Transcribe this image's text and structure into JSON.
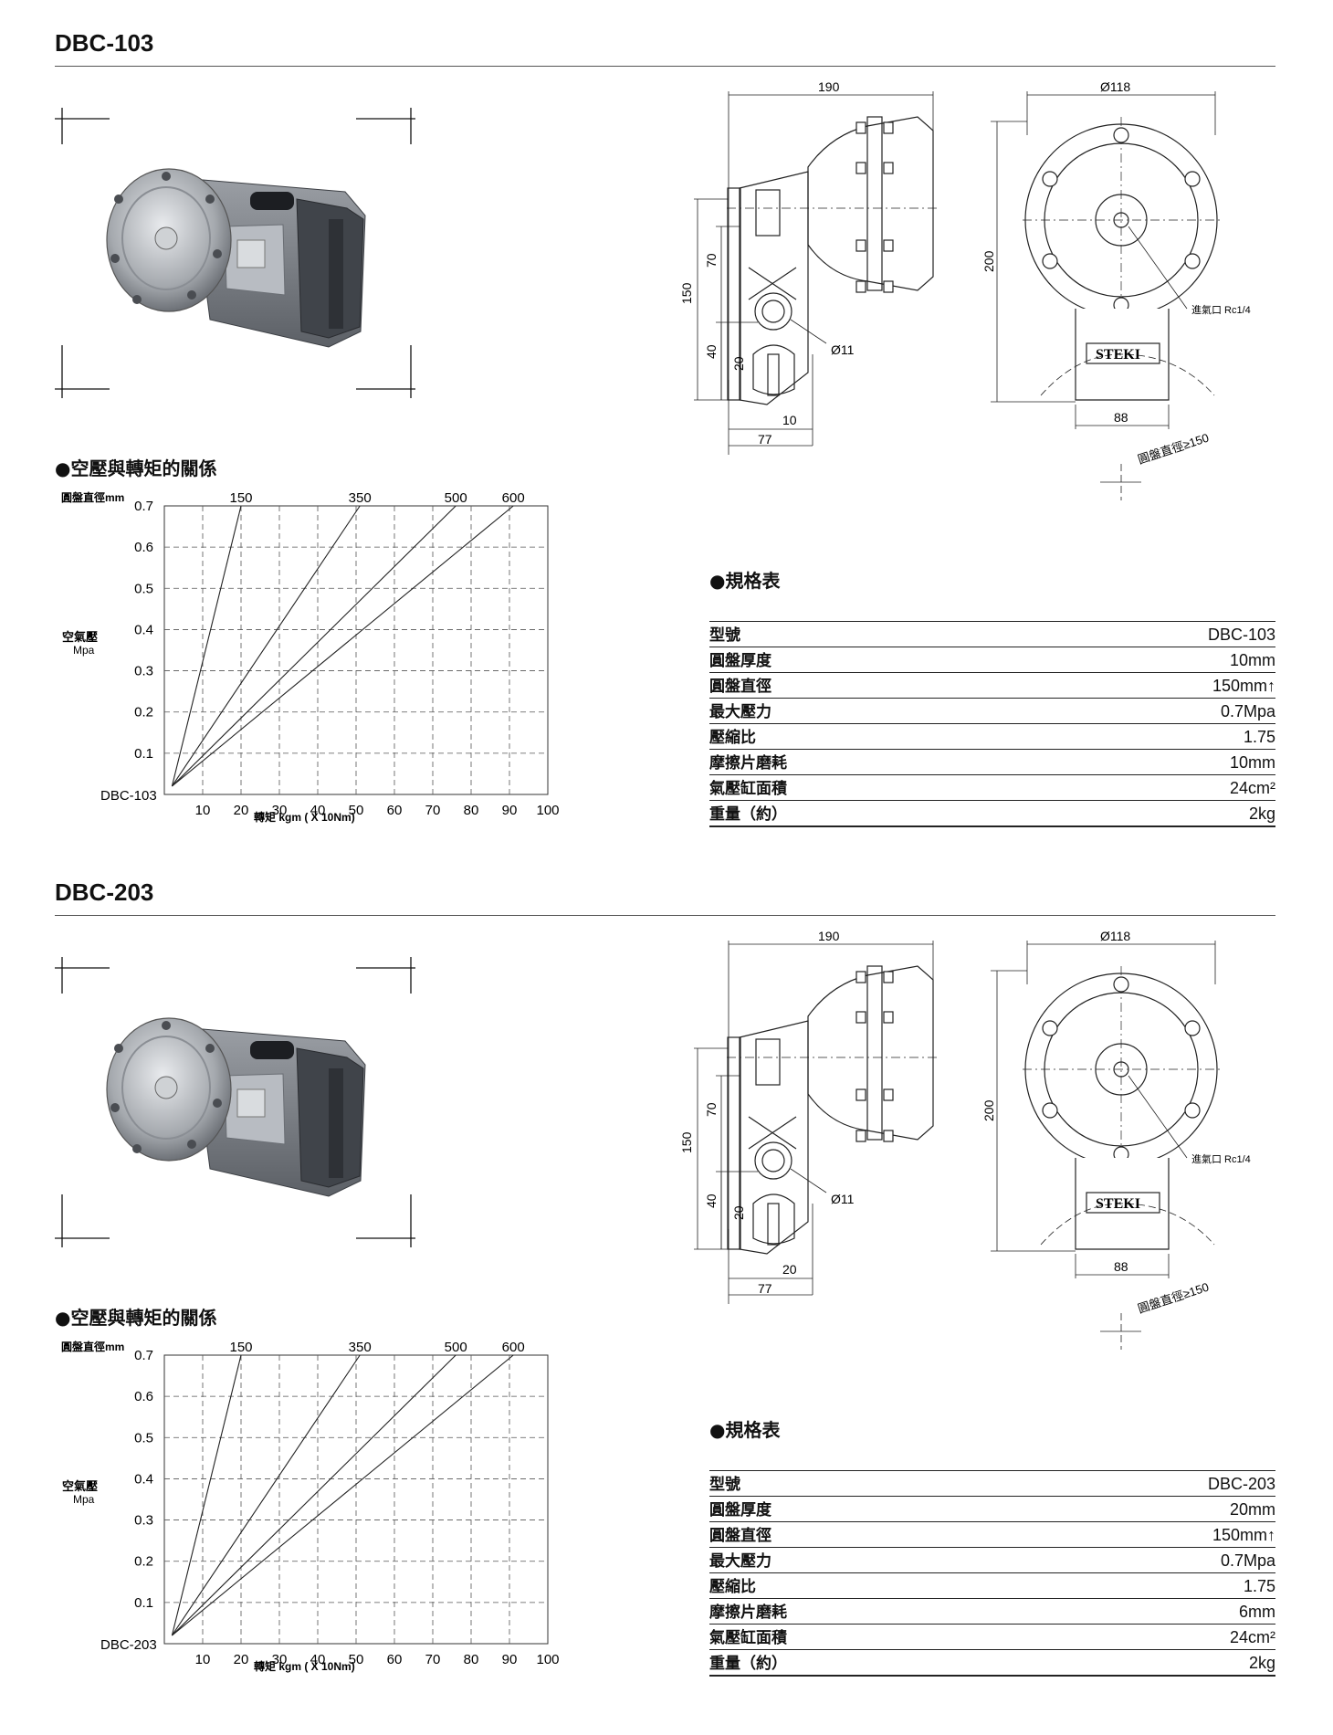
{
  "sections": [
    {
      "title": "DBC-103",
      "drawing": {
        "side_width": "190",
        "front_diameter": "Ø118",
        "overall_height": "150",
        "upper_height": "70",
        "lower_height": "40",
        "bottom_height": "20",
        "hole_diameter": "Ø11",
        "offset_small": "10",
        "base_width": "77",
        "front_height": "200",
        "base_front_width": "88",
        "port_label": "進氣口 Rc1/4",
        "brand": "STEKI",
        "disc_note": "圓盤直徑≥150"
      },
      "chart": {
        "heading": "●空壓與轉矩的關係",
        "top_label": "圓盤直徑mm",
        "ylabel_line1": "空氣壓",
        "ylabel_line2": "Mpa",
        "xlabel": "轉矩 kgm ( X 10Nm)",
        "origin_label": "DBC-103"
      },
      "spec_heading": "●規格表",
      "spec": [
        {
          "k": "型號",
          "v": "DBC-103"
        },
        {
          "k": "圓盤厚度",
          "v": "10mm"
        },
        {
          "k": "圓盤直徑",
          "v": "150mm↑"
        },
        {
          "k": "最大壓力",
          "v": "0.7Mpa"
        },
        {
          "k": "壓縮比",
          "v": "1.75"
        },
        {
          "k": "摩擦片磨耗",
          "v": "10mm"
        },
        {
          "k": "氣壓缸面積",
          "v": "24cm²"
        },
        {
          "k": "重量（約）",
          "v": "2kg"
        }
      ]
    },
    {
      "title": "DBC-203",
      "drawing": {
        "side_width": "190",
        "front_diameter": "Ø118",
        "overall_height": "150",
        "upper_height": "70",
        "lower_height": "40",
        "bottom_height": "20",
        "hole_diameter": "Ø11",
        "offset_small": "20",
        "base_width": "77",
        "front_height": "200",
        "base_front_width": "88",
        "port_label": "進氣口 Rc1/4",
        "brand": "STEKI",
        "disc_note": "圓盤直徑≥150"
      },
      "chart": {
        "heading": "●空壓與轉矩的關係",
        "top_label": "圓盤直徑mm",
        "ylabel_line1": "空氣壓",
        "ylabel_line2": "Mpa",
        "xlabel": "轉矩 kgm ( X 10Nm)",
        "origin_label": "DBC-203"
      },
      "spec_heading": "●規格表",
      "spec": [
        {
          "k": "型號",
          "v": "DBC-203"
        },
        {
          "k": "圓盤厚度",
          "v": "20mm"
        },
        {
          "k": "圓盤直徑",
          "v": "150mm↑"
        },
        {
          "k": "最大壓力",
          "v": "0.7Mpa"
        },
        {
          "k": "壓縮比",
          "v": "1.75"
        },
        {
          "k": "摩擦片磨耗",
          "v": "6mm"
        },
        {
          "k": "氣壓缸面積",
          "v": "24cm²"
        },
        {
          "k": "重量（約）",
          "v": "2kg"
        }
      ]
    }
  ],
  "chart_data": [
    {
      "type": "line",
      "xlabel": "轉矩 kgm ( X 10Nm)",
      "ylabel": "空氣壓 Mpa",
      "x_ticks": [
        "10",
        "20",
        "30",
        "40",
        "50",
        "60",
        "70",
        "80",
        "90",
        "100"
      ],
      "y_ticks": [
        "0.1",
        "0.2",
        "0.3",
        "0.4",
        "0.5",
        "0.6",
        "0.7"
      ],
      "xlim": [
        0,
        100
      ],
      "ylim": [
        0,
        0.7
      ],
      "grid": true,
      "series": [
        {
          "name": "150",
          "x": [
            2,
            20
          ],
          "y": [
            0.02,
            0.7
          ]
        },
        {
          "name": "350",
          "x": [
            2,
            51
          ],
          "y": [
            0.02,
            0.7
          ]
        },
        {
          "name": "500",
          "x": [
            2,
            76
          ],
          "y": [
            0.02,
            0.7
          ]
        },
        {
          "name": "600",
          "x": [
            2,
            91
          ],
          "y": [
            0.02,
            0.7
          ]
        }
      ]
    },
    {
      "type": "line",
      "xlabel": "轉矩 kgm ( X 10Nm)",
      "ylabel": "空氣壓 Mpa",
      "x_ticks": [
        "10",
        "20",
        "30",
        "40",
        "50",
        "60",
        "70",
        "80",
        "90",
        "100"
      ],
      "y_ticks": [
        "0.1",
        "0.2",
        "0.3",
        "0.4",
        "0.5",
        "0.6",
        "0.7"
      ],
      "xlim": [
        0,
        100
      ],
      "ylim": [
        0,
        0.7
      ],
      "grid": true,
      "series": [
        {
          "name": "150",
          "x": [
            2,
            20
          ],
          "y": [
            0.02,
            0.7
          ]
        },
        {
          "name": "350",
          "x": [
            2,
            51
          ],
          "y": [
            0.02,
            0.7
          ]
        },
        {
          "name": "500",
          "x": [
            2,
            76
          ],
          "y": [
            0.02,
            0.7
          ]
        },
        {
          "name": "600",
          "x": [
            2,
            91
          ],
          "y": [
            0.02,
            0.7
          ]
        }
      ]
    }
  ]
}
